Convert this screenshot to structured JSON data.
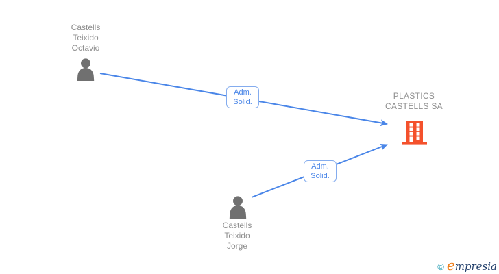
{
  "diagram": {
    "person_top": {
      "line1": "Castells",
      "line2": "Teixido",
      "line3": "Octavio"
    },
    "person_bottom": {
      "line1": "Castells",
      "line2": "Teixido",
      "line3": "Jorge"
    },
    "company": {
      "line1": "PLASTICS",
      "line2": "CASTELLS SA"
    },
    "edge1": {
      "label_line1": "Adm.",
      "label_line2": "Solid."
    },
    "edge2": {
      "label_line1": "Adm.",
      "label_line2": "Solid."
    }
  },
  "colors": {
    "edge_blue": "#4a86e8",
    "edge_label_text": "#4a86e8",
    "edge_label_border": "#84acee",
    "person_icon_gray": "#707070",
    "node_text_gray": "#8f8f8f",
    "building_orange": "#f4512c",
    "watermark_copyright_teal": "#2b9fb5",
    "watermark_initial_orange": "#ee7d18",
    "watermark_text_navy": "#223f6b"
  },
  "watermark": {
    "copyright_symbol": "©",
    "brand_initial": "e",
    "brand_rest": "mpresia"
  }
}
